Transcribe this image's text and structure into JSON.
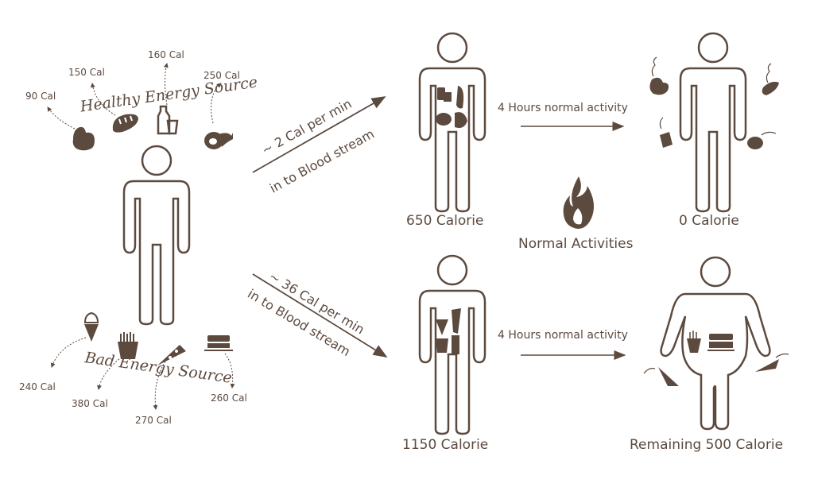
{
  "colors": {
    "ink": "#5c4a3f",
    "background": "#ffffff"
  },
  "healthy": {
    "title": "Healthy Energy Source",
    "items": [
      {
        "food": "avocado-icon",
        "calories": "90 Cal"
      },
      {
        "food": "bread-icon",
        "calories": "150 Cal"
      },
      {
        "food": "milk-icon",
        "calories": "160 Cal"
      },
      {
        "food": "ham-icon",
        "calories": "250 Cal"
      }
    ],
    "arrow_line1": "~ 2 Cal per min",
    "arrow_line2": "in to Blood stream"
  },
  "bad": {
    "title": "Bad Energy Source",
    "items": [
      {
        "food": "ice-cream-icon",
        "calories": "240 Cal"
      },
      {
        "food": "fries-icon",
        "calories": "380 Cal"
      },
      {
        "food": "pizza-icon",
        "calories": "270 Cal"
      },
      {
        "food": "cake-icon",
        "calories": "260 Cal"
      }
    ],
    "arrow_line1": "~ 36 Cal per min",
    "arrow_line2": "in to Blood stream"
  },
  "top_row": {
    "before_label": "650 Calorie",
    "activity": "4 Hours normal activity",
    "after_label": "0 Calorie"
  },
  "bottom_row": {
    "before_label": "1150 Calorie",
    "activity": "4 Hours normal activity",
    "after_label": "Remaining 500 Calorie"
  },
  "center": {
    "fire_label": "Normal Activities"
  }
}
